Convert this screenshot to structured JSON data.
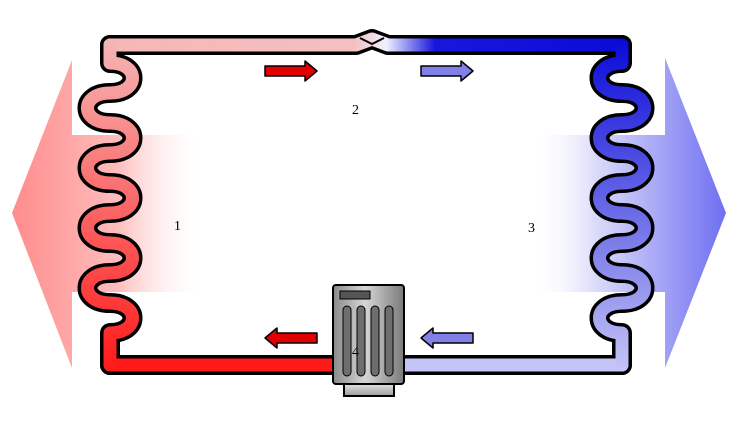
{
  "labels": {
    "condenser": "1",
    "expansion_valve": "2",
    "evaporator": "3",
    "compressor": "4"
  },
  "colors": {
    "hot": "#ff1a1a",
    "hot_light": "#f6b6b6",
    "cold": "#0a0ad8",
    "cold_light": "#c4c4f6",
    "arrow_hot": "#e00000",
    "arrow_cold": "#8080e6",
    "compressor_body": "#a8a8a8",
    "outline": "#000000"
  },
  "icons": {
    "heat_out": "heat-release-arrow-icon",
    "heat_in": "heat-absorb-arrow-icon",
    "compressor": "compressor-icon"
  }
}
